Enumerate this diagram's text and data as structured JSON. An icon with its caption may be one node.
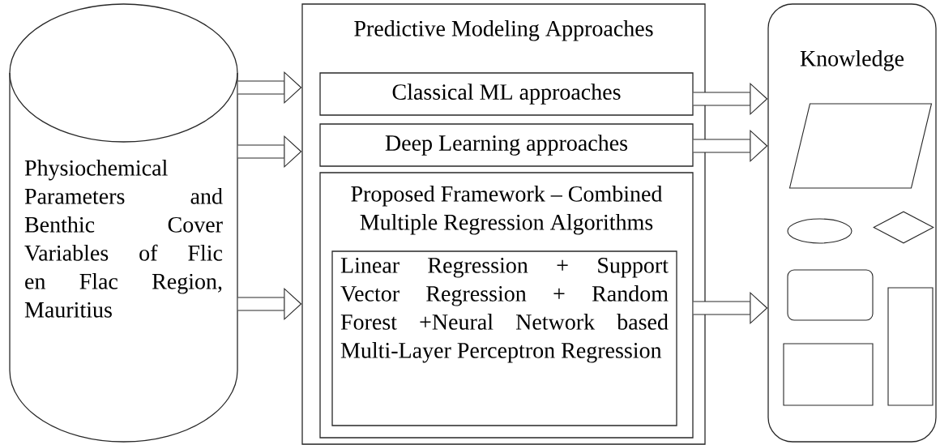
{
  "diagram": {
    "nodes": [
      {
        "text": [
          "Physiochemical Parameters and Benthic Cover Variables of Flic en Flac Region, Mauritius"
        ]
      },
      {
        "text": [
          "Predictive Modeling Approaches"
        ]
      },
      {
        "text": [
          "Classical ML approaches"
        ],
        "in": 1
      },
      {
        "text": [
          "Deep Learning approaches"
        ],
        "in": 1
      },
      {
        "text": [
          "Proposed Framework – Combined Multiple Regression Algorithms"
        ],
        "in": 1
      },
      {
        "text": [
          "Linear Regression + Support Vector Regression + Random Forest +Neural Network based Multi-Layer Perceptron Regression"
        ],
        "in": 4
      },
      {
        "text": [
          "Knowledge"
        ]
      },
      {
        "text": [],
        "shape": "parallelogram",
        "in": 6
      },
      {
        "text": [],
        "shape": "ellipse",
        "in": 6
      },
      {
        "text": [],
        "shape": "diamond",
        "in": 6
      },
      {
        "text": [],
        "shape": "box",
        "in": 6
      },
      {
        "text": [],
        "shape": "box",
        "in": 6
      },
      {
        "text": [],
        "shape": "box",
        "in": 6
      }
    ],
    "edges": [
      {
        "from": 0,
        "to": 1,
        "arrow": "to"
      },
      {
        "from": 0,
        "to": 1,
        "arrow": "to"
      },
      {
        "from": 0,
        "to": 1,
        "arrow": "to"
      },
      {
        "from": 2,
        "to": 6,
        "arrow": "to"
      },
      {
        "from": 3,
        "to": 6,
        "arrow": "to"
      },
      {
        "from": 4,
        "to": 6,
        "arrow": "to"
      }
    ]
  }
}
